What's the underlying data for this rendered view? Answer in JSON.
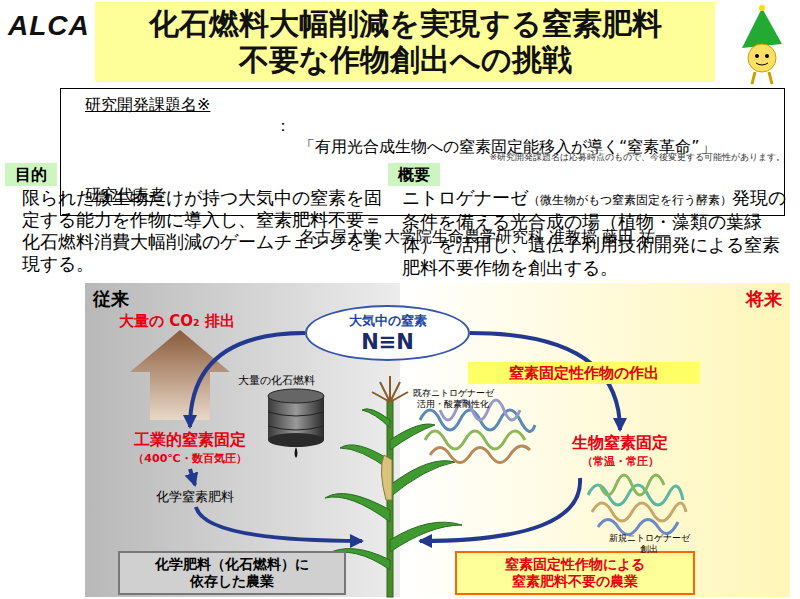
{
  "diagram": {
    "title": "化石燃料大幅削減を実現する窒素肥料 不要な作物創出への挑戦",
    "nodes": [
      {
        "text": [
          "研究開発課題名※",
          "：",
          "「有用光合成生物への窒素固定能移入が導く“窒素革命”」",
          "研究代表者",
          "：",
          "名古屋大学 大学院生命農学研究科 准教授 藤田 祐一"
        ]
      },
      {
        "text": [
          "目的"
        ]
      },
      {
        "text": [
          "概要"
        ]
      },
      {
        "text": [
          "従来"
        ]
      },
      {
        "text": [
          "将来"
        ]
      },
      {
        "text": [
          "大気中の窒素",
          "N≡N"
        ]
      },
      {
        "text": [
          "工業的窒素固定",
          "（400℃・数百気圧）"
        ],
        "in": 3
      },
      {
        "text": [
          "化学窒素肥料"
        ],
        "in": 3
      },
      {
        "text": [
          "化学肥料（化石燃料）に 依存した農業"
        ],
        "in": 3
      },
      {
        "text": [
          "窒素固定性作物の作出"
        ],
        "in": 4
      },
      {
        "text": [
          "生物窒素固定",
          "（常温・常圧）"
        ],
        "in": 4
      },
      {
        "text": [
          "窒素固定性作物による 窒素肥料不要の農業"
        ],
        "in": 4
      }
    ],
    "edges": [
      {
        "from": 5,
        "to": 6,
        "arrow": "to"
      },
      {
        "from": 6,
        "to": 7,
        "arrow": "to"
      },
      {
        "from": 5,
        "to": 10,
        "arrow": "to"
      }
    ],
    "labels": [
      "ALCA",
      "※研究開発課題名は応募時点のもので、今後変更する可能性があります。",
      "限られた微生物だけが持つ大気中の窒素を固定する能力を作物に導入し、窒素肥料不要＝化石燃料消費大幅削減のゲームチェンジを実現する。",
      "ニトロゲナーゼ",
      "（微生物がもつ窒素固定を行う酵素）",
      "発現の条件を備える光合成の場（植物・藻類の葉緑体）を活用し、遺伝子利用技術開発による窒素肥料不要作物を創出する。",
      "大量の CO₂ 排出",
      "大量の化石燃料",
      "既存ニトロゲナーゼ 活用・酸素耐性化",
      "新規ニトロゲナーゼ 創出"
    ]
  }
}
